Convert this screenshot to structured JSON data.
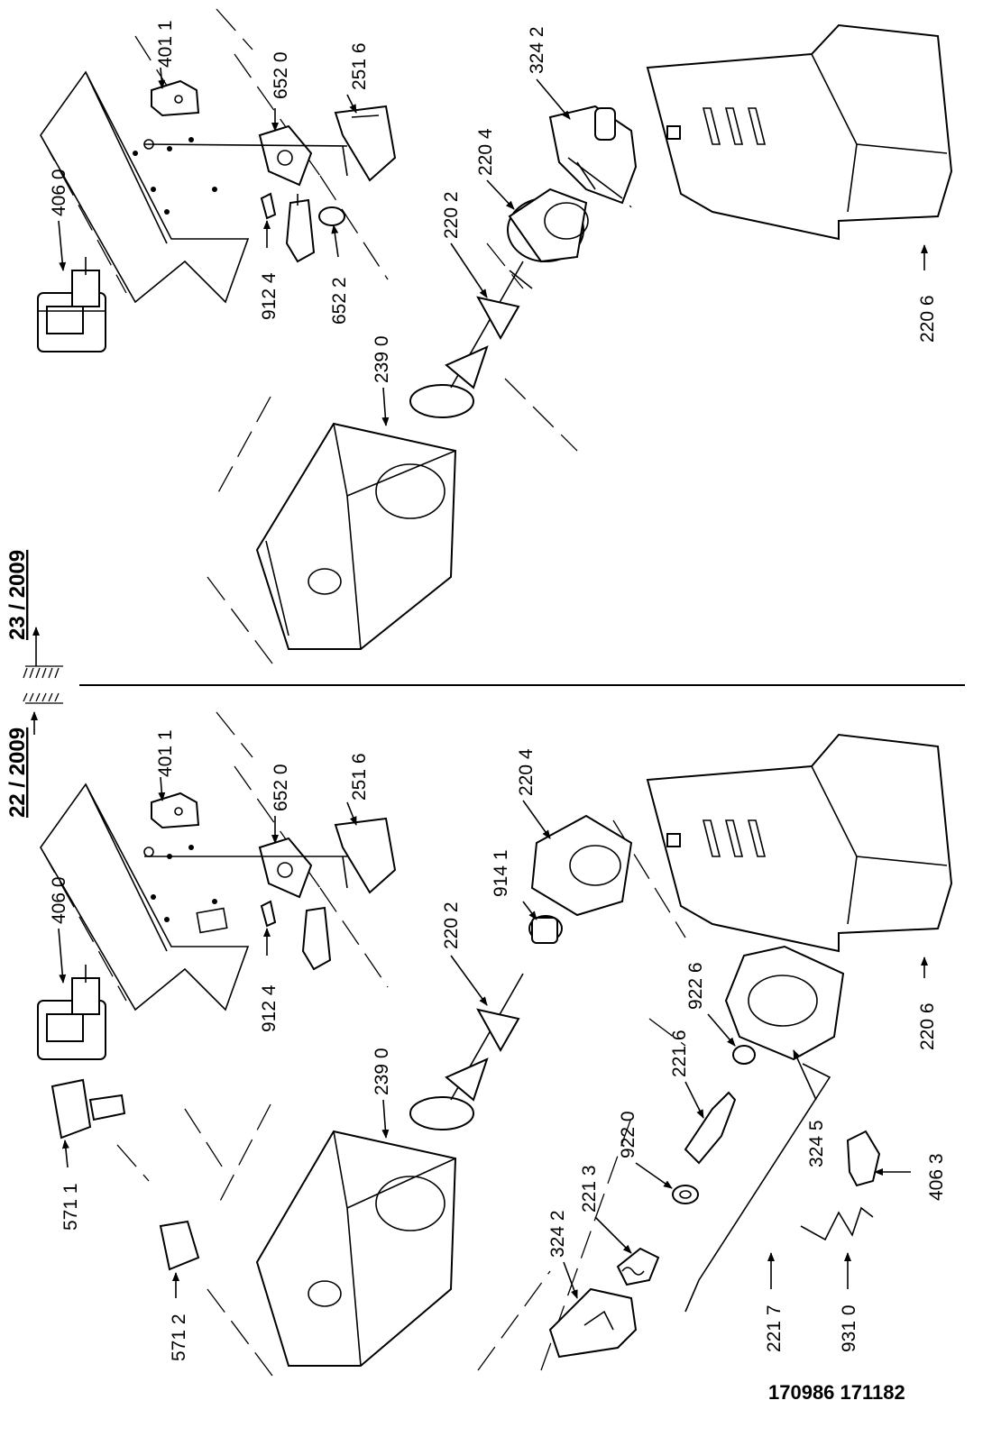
{
  "diagram": {
    "document_number": "170986 171182",
    "upper_section": {
      "version_label": "23 / 2009",
      "part_labels": [
        "401 1",
        "652 0",
        "251 6",
        "324 2",
        "406 0",
        "220 4",
        "220 2",
        "912 4",
        "652 2",
        "239 0",
        "220 6"
      ]
    },
    "lower_section": {
      "version_label": "22 / 2009",
      "part_labels": [
        "401 1",
        "652 0",
        "251 6",
        "220 4",
        "406 0",
        "914 1",
        "220 2",
        "922 6",
        "912 4",
        "221 6",
        "239 0",
        "922 0",
        "221 3",
        "571 1",
        "324 2",
        "571 2",
        "324 5",
        "220 6",
        "406 3",
        "221 7",
        "931 0"
      ]
    }
  }
}
